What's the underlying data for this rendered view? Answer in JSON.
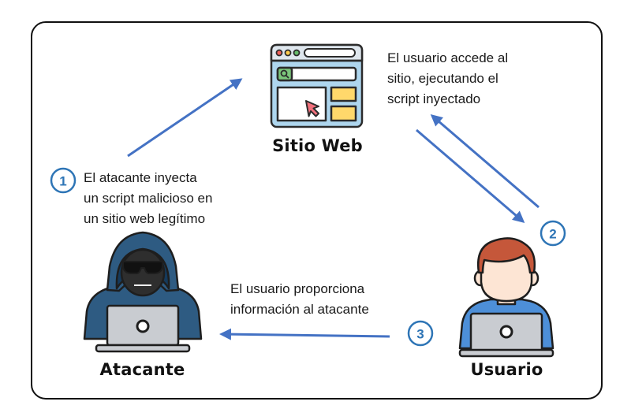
{
  "nodes": {
    "website": "Sitio Web",
    "attacker": "Atacante",
    "user": "Usuario"
  },
  "steps": [
    {
      "number": "1",
      "lines": [
        "El atacante inyecta",
        "un script malicioso en",
        "un sitio web legítimo"
      ]
    },
    {
      "number": "2",
      "lines": [
        "El usuario accede al",
        "sitio, ejecutando el",
        "script inyectado"
      ]
    },
    {
      "number": "3",
      "lines": [
        "El usuario proporciona",
        "información al atacante"
      ]
    }
  ],
  "colors": {
    "arrow": "#4472c4",
    "badge_border": "#2e75b6",
    "badge_text": "#2e75b6",
    "frame": "#111111",
    "browser_fill": "#aed6ee",
    "panel_yellow": "#ffd86b",
    "hood": "#2e5b82",
    "laptop": "#c9ccd1",
    "skin": "#fde5d4",
    "hair": "#c5573a",
    "shirt": "#4d8fd8"
  },
  "icons": [
    "browser-window-icon",
    "cursor-icon",
    "search-icon",
    "hacker-icon",
    "user-icon",
    "laptop-icon"
  ]
}
